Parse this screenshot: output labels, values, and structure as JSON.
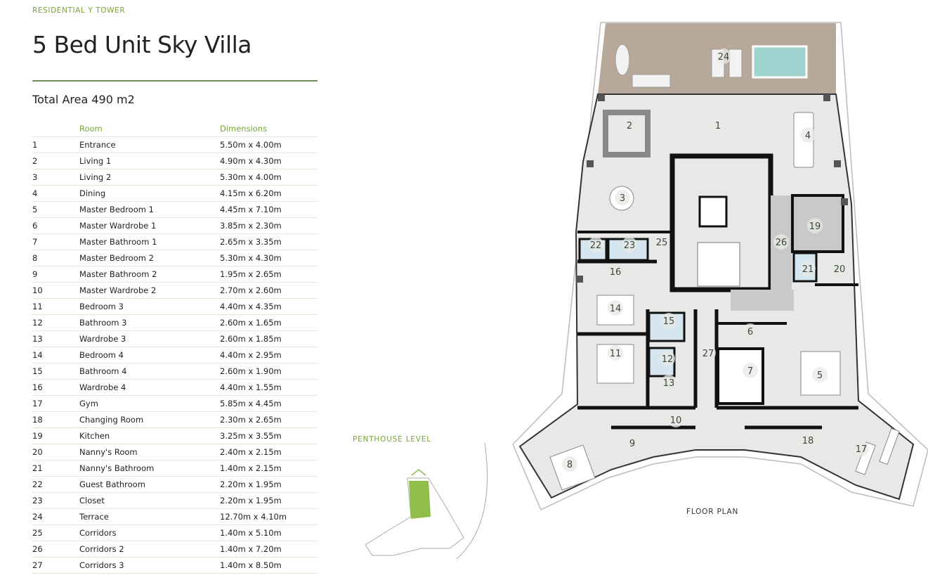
{
  "header": {
    "tower": "RESIDENTIAL Y TOWER",
    "title": "5 Bed Unit Sky Villa",
    "total_area": "Total Area 490 m2"
  },
  "table": {
    "col_room": "Room",
    "col_dimensions": "Dimensions",
    "rows": [
      {
        "no": "1",
        "room": "Entrance",
        "dim": "5.50m x 4.00m"
      },
      {
        "no": "2",
        "room": "Living 1",
        "dim": "4.90m x 4.30m"
      },
      {
        "no": "3",
        "room": "Living 2",
        "dim": "5.30m x 4.00m"
      },
      {
        "no": "4",
        "room": "Dining",
        "dim": "4.15m x 6.20m"
      },
      {
        "no": "5",
        "room": "Master Bedroom 1",
        "dim": "4.45m x 7.10m"
      },
      {
        "no": "6",
        "room": "Master Wardrobe 1",
        "dim": "3.85m x 2.30m"
      },
      {
        "no": "7",
        "room": "Master Bathroom 1",
        "dim": "2.65m x 3.35m"
      },
      {
        "no": "8",
        "room": "Master Bedroom 2",
        "dim": "5.30m x 4.30m"
      },
      {
        "no": "9",
        "room": "Master Bathroom 2",
        "dim": "1.95m x 2.65m"
      },
      {
        "no": "10",
        "room": "Master Wardrobe 2",
        "dim": "2.70m x 2.60m"
      },
      {
        "no": "11",
        "room": "Bedroom 3",
        "dim": "4.40m x 4.35m"
      },
      {
        "no": "12",
        "room": "Bathroom 3",
        "dim": "2.60m x 1.65m"
      },
      {
        "no": "13",
        "room": "Wardrobe 3",
        "dim": "2.60m x 1.85m"
      },
      {
        "no": "14",
        "room": "Bedroom 4",
        "dim": "4.40m x 2.95m"
      },
      {
        "no": "15",
        "room": "Bathroom 4",
        "dim": "2.60m x 1.90m"
      },
      {
        "no": "16",
        "room": "Wardrobe 4",
        "dim": "4.40m x 1.55m"
      },
      {
        "no": "17",
        "room": "Gym",
        "dim": "5.85m x 4.45m"
      },
      {
        "no": "18",
        "room": "Changing Room",
        "dim": "2.30m x 2.65m"
      },
      {
        "no": "19",
        "room": "Kitchen",
        "dim": "3.25m x 3.55m"
      },
      {
        "no": "20",
        "room": "Nanny's Room",
        "dim": "2.40m x 2.15m"
      },
      {
        "no": "21",
        "room": "Nanny's Bathroom",
        "dim": "1.40m x 2.15m"
      },
      {
        "no": "22",
        "room": "Guest Bathroom",
        "dim": "2.20m x 1.95m"
      },
      {
        "no": "23",
        "room": "Closet",
        "dim": "2.20m x 1.95m"
      },
      {
        "no": "24",
        "room": "Terrace",
        "dim": "12.70m x 4.10m"
      },
      {
        "no": "25",
        "room": "Corridors",
        "dim": "1.40m x 5.10m"
      },
      {
        "no": "26",
        "room": "Corridors 2",
        "dim": "1.40m x 7.20m"
      },
      {
        "no": "27",
        "room": "Corridors 3",
        "dim": "1.40m x 8.50m"
      }
    ]
  },
  "captions": {
    "penthouse": "PENTHOUSE LEVEL",
    "floor_plan": "FLOOR PLAN"
  },
  "plan_labels": [
    "24",
    "1",
    "2",
    "4",
    "3",
    "19",
    "22",
    "23",
    "25",
    "26",
    "16",
    "21",
    "20",
    "14",
    "15",
    "6",
    "27",
    "11",
    "12",
    "7",
    "5",
    "13",
    "10",
    "9",
    "18",
    "8",
    "17"
  ],
  "colors": {
    "accent_green": "#7aa33a",
    "floor": "#e8e8e6",
    "wall": "#111111",
    "terrace": "#b8a89a",
    "pool": "#9fd3cf",
    "bath": "#d6e6f0",
    "penthouse_green": "#8fbf4a"
  }
}
